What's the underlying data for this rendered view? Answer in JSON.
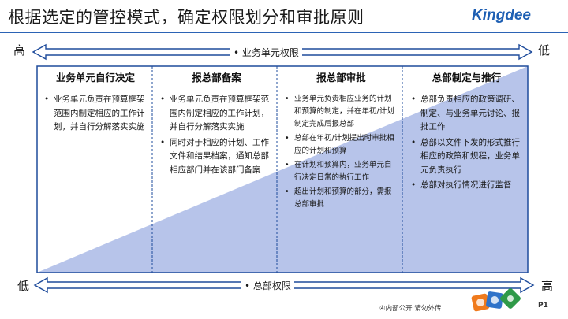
{
  "header": {
    "title": "根据选定的管控模式，确定权限划分和审批原则",
    "logo": "Kingdee"
  },
  "top_axis": {
    "left": "高",
    "right": "低",
    "label": "•   业务单元权限"
  },
  "bottom_axis": {
    "left": "低",
    "right": "高",
    "label": "•   总部权限"
  },
  "columns": [
    {
      "title": "业务单元自行决定",
      "items": [
        "业务单元负责在预算框架范围内制定相应的工作计划，并自行分解落实实施"
      ]
    },
    {
      "title": "报总部备案",
      "items": [
        "业务单元负责在预算框架范围内制定相应的工作计划，并自行分解落实实施",
        "同时对于相应的计划、工作文件和结果档案，通知总部相应部门并在该部门备案"
      ]
    },
    {
      "title": "报总部审批",
      "items": [
        "业务单元负责相应业务的计划和预算的制定，并在年初/计划制定完成后报总部",
        "总部在年初/计划提出时审批相应的计划和预算",
        "在计划和预算内，业务单元自行决定日常的执行工作",
        "超出计划和预算的部分，需报总部审批"
      ]
    },
    {
      "title": "总部制定与推行",
      "items": [
        "总部负责相应的政策调研、制定、与业务单元讨论、报批工作",
        "总部以文件下发的形式推行相应的政策和规程，业务单元负责执行",
        "总部对执行情况进行监督"
      ]
    }
  ],
  "footer": {
    "notice": "④内部公开 请勿外传",
    "page": "P1"
  },
  "colors": {
    "accent": "#2b63b5",
    "triangle": "#b7c4ea",
    "arrow": "#1f4c9c"
  }
}
